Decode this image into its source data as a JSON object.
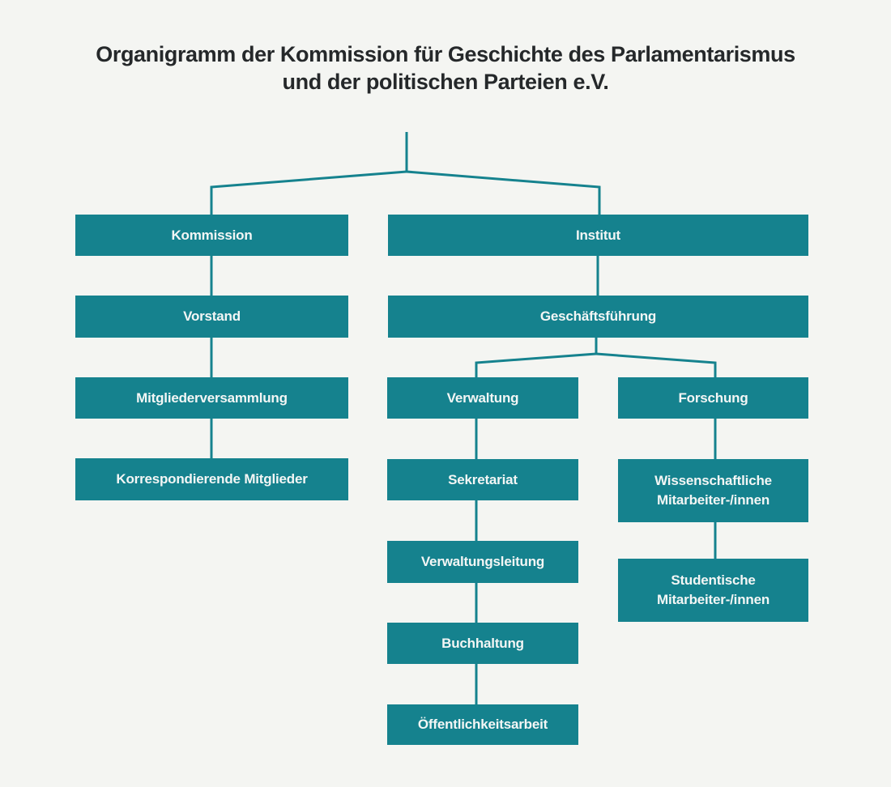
{
  "title": {
    "line1": "Organigramm der Kommission für Geschichte des Parlamentarismus",
    "line2": "und der politischen Parteien e.V."
  },
  "colors": {
    "background": "#F4F5F2",
    "node_fill": "#15828E",
    "node_text": "#F3F6F5",
    "connector": "#15828E",
    "title_text": "#25282A"
  },
  "nodes": {
    "kommission": {
      "label": "Kommission"
    },
    "vorstand": {
      "label": "Vorstand"
    },
    "mitgliederversammlung": {
      "label": "Mitgliederversammlung"
    },
    "korrespondierende": {
      "label": "Korrespondierende Mitglieder"
    },
    "institut": {
      "label": "Institut"
    },
    "geschaeftsfuehrung": {
      "label": "Geschäftsführung"
    },
    "verwaltung": {
      "label": "Verwaltung"
    },
    "forschung": {
      "label": "Forschung"
    },
    "sekretariat": {
      "label": "Sekretariat"
    },
    "wissenschaftliche": {
      "label": "Wissenschaftliche Mitarbeiter-/innen"
    },
    "verwaltungsleitung": {
      "label": "Verwaltungsleitung"
    },
    "studentische": {
      "label": "Studentische Mitarbeiter-/innen"
    },
    "buchhaltung": {
      "label": "Buchhaltung"
    },
    "oeffentlichkeitsarbeit": {
      "label": "Öffentlichkeitsarbeit"
    }
  },
  "edges": [
    {
      "from": "top",
      "to": "kommission"
    },
    {
      "from": "top",
      "to": "institut"
    },
    {
      "from": "kommission",
      "to": "vorstand"
    },
    {
      "from": "vorstand",
      "to": "mitgliederversammlung"
    },
    {
      "from": "mitgliederversammlung",
      "to": "korrespondierende"
    },
    {
      "from": "institut",
      "to": "geschaeftsfuehrung"
    },
    {
      "from": "geschaeftsfuehrung",
      "to": "verwaltung"
    },
    {
      "from": "geschaeftsfuehrung",
      "to": "forschung"
    },
    {
      "from": "verwaltung",
      "to": "sekretariat"
    },
    {
      "from": "sekretariat",
      "to": "verwaltungsleitung"
    },
    {
      "from": "verwaltungsleitung",
      "to": "buchhaltung"
    },
    {
      "from": "buchhaltung",
      "to": "oeffentlichkeitsarbeit"
    },
    {
      "from": "forschung",
      "to": "wissenschaftliche"
    },
    {
      "from": "wissenschaftliche",
      "to": "studentische"
    }
  ]
}
